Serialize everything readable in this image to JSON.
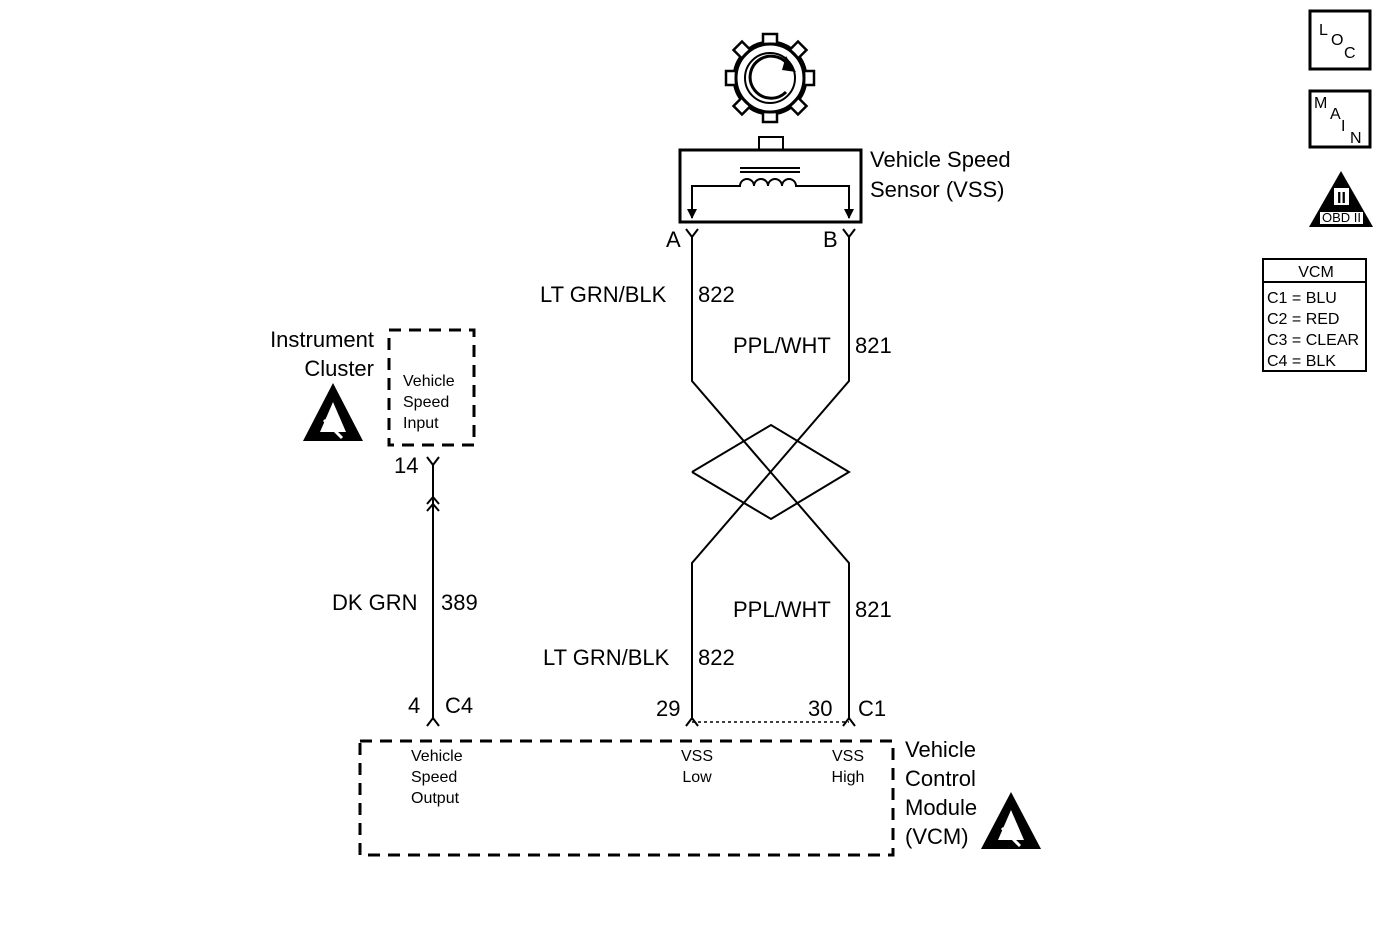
{
  "sensor": {
    "name_line1": "Vehicle Speed",
    "name_line2": "Sensor (VSS)",
    "pin_a": "A",
    "pin_b": "B"
  },
  "wires": {
    "w822_color": "LT GRN/BLK",
    "w822_num": "822",
    "w821_color": "PPL/WHT",
    "w821_num": "821",
    "w389_color": "DK GRN",
    "w389_num": "389"
  },
  "cluster": {
    "name_line1": "Instrument",
    "name_line2": "Cluster",
    "input_line1": "Vehicle",
    "input_line2": "Speed",
    "input_line3": "Input",
    "pin": "14"
  },
  "vcm": {
    "name_line1": "Vehicle",
    "name_line2": "Control",
    "name_line3": "Module",
    "name_line4": "(VCM)",
    "pin_output": "4",
    "conn_c4": "C4",
    "pin_low": "29",
    "pin_high": "30",
    "conn_c1": "C1",
    "output_line1": "Vehicle",
    "output_line2": "Speed",
    "output_line3": "Output",
    "low_line1": "VSS",
    "low_line2": "Low",
    "high_line1": "VSS",
    "high_line2": "High"
  },
  "legend": {
    "loc": [
      "L",
      "O",
      "C"
    ],
    "main": [
      "M",
      "A",
      "I",
      "N"
    ],
    "obd_numeral": "II",
    "obd_text": "OBD II",
    "vcm_title": "VCM",
    "vcm_rows": [
      "C1 = BLU",
      "C2 = RED",
      "C3 = CLEAR",
      "C4 = BLK"
    ]
  },
  "icons": {
    "reluctor": "reluctor-wheel-icon",
    "esd": "esd-sensitive-icon",
    "loc": "location-button-icon",
    "main": "main-button-icon",
    "obd": "obd-ii-icon"
  }
}
